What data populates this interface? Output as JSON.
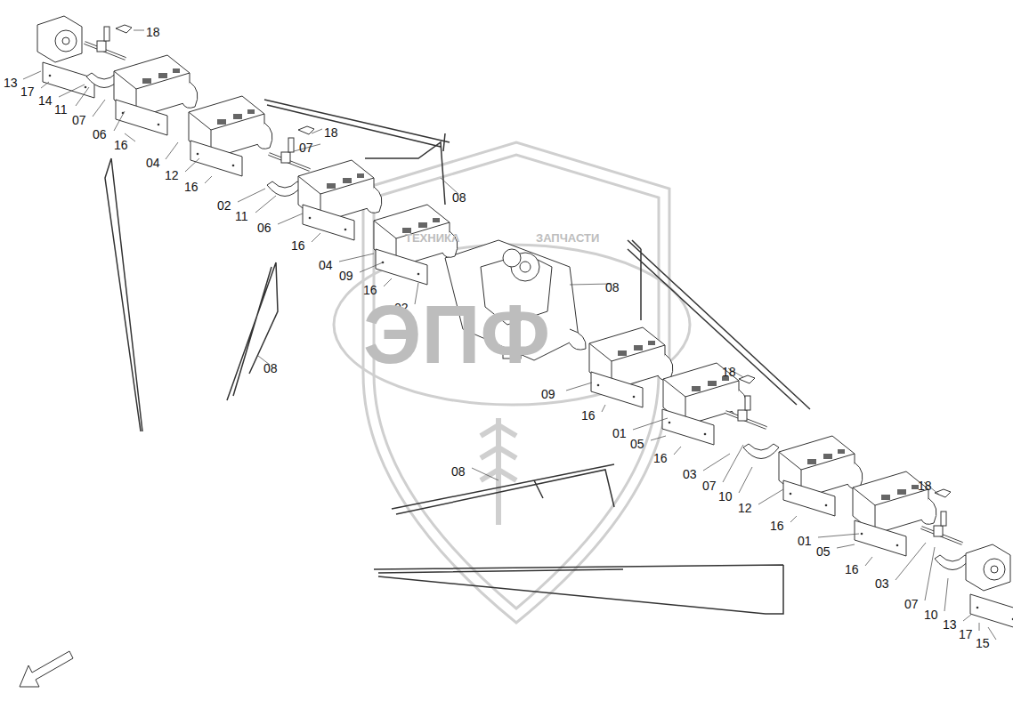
{
  "diagram": {
    "labels": [
      "18",
      "13",
      "17",
      "14",
      "11",
      "07",
      "06",
      "16",
      "04",
      "12",
      "16",
      "18",
      "07",
      "08",
      "02",
      "11",
      "06",
      "16",
      "04",
      "09",
      "16",
      "08",
      "02",
      "08",
      "09",
      "18",
      "16",
      "01",
      "05",
      "16",
      "03",
      "07",
      "10",
      "12",
      "08",
      "16",
      "18",
      "01",
      "05",
      "16",
      "03",
      "07",
      "10",
      "13",
      "17",
      "15",
      "ТЕХНИКА",
      "ЗАПЧАСТИ",
      "ЭПФ"
    ]
  }
}
